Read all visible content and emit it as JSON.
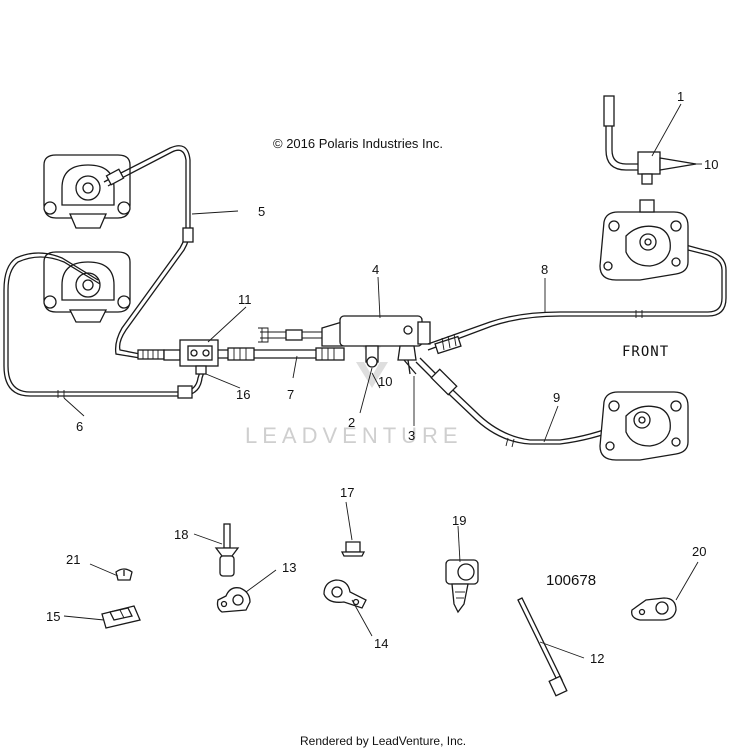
{
  "copyright": "© 2016 Polaris Industries Inc.",
  "footer": "Rendered by LeadVenture, Inc.",
  "watermark": "LEADVENTURE",
  "front_label": "FRONT",
  "diagram_code": "100678",
  "callouts": {
    "c1": "1",
    "c2": "2",
    "c3": "3",
    "c4": "4",
    "c5": "5",
    "c6": "6",
    "c7": "7",
    "c8": "8",
    "c9": "9",
    "c10a": "10",
    "c10b": "10",
    "c11": "11",
    "c12": "12",
    "c13": "13",
    "c14": "14",
    "c15": "15",
    "c16": "16",
    "c17": "17",
    "c18": "18",
    "c19": "19",
    "c20": "20",
    "c21": "21"
  }
}
